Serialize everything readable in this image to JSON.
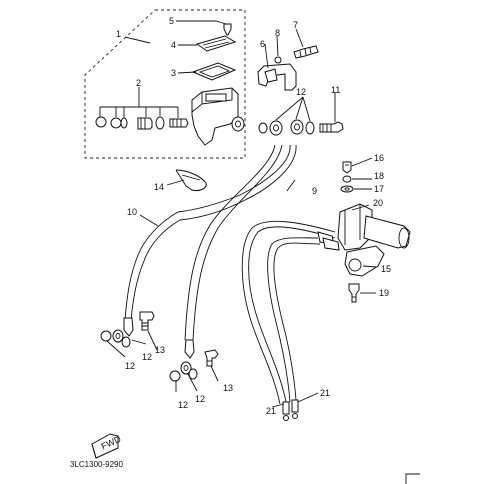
{
  "diagram": {
    "part_code": "3LC1300-9290",
    "arrow_text": "FWD",
    "callouts": [
      {
        "id": "c1",
        "text": "1"
      },
      {
        "id": "c2",
        "text": "2"
      },
      {
        "id": "c3",
        "text": "3"
      },
      {
        "id": "c4",
        "text": "4"
      },
      {
        "id": "c5",
        "text": "5"
      },
      {
        "id": "c6",
        "text": "6"
      },
      {
        "id": "c7",
        "text": "7"
      },
      {
        "id": "c8",
        "text": "8"
      },
      {
        "id": "c9",
        "text": "9"
      },
      {
        "id": "c10",
        "text": "10"
      },
      {
        "id": "c11",
        "text": "11"
      },
      {
        "id": "c12a",
        "text": "12"
      },
      {
        "id": "c12b",
        "text": "12"
      },
      {
        "id": "c12c",
        "text": "12"
      },
      {
        "id": "c12d",
        "text": "12"
      },
      {
        "id": "c13a",
        "text": "13"
      },
      {
        "id": "c13b",
        "text": "13"
      },
      {
        "id": "c14",
        "text": "14"
      },
      {
        "id": "c15",
        "text": "15"
      },
      {
        "id": "c16",
        "text": "16"
      },
      {
        "id": "c17",
        "text": "17"
      },
      {
        "id": "c18",
        "text": "18"
      },
      {
        "id": "c19",
        "text": "19"
      },
      {
        "id": "c20",
        "text": "20"
      },
      {
        "id": "c21a",
        "text": "21"
      },
      {
        "id": "c21b",
        "text": "21"
      },
      {
        "id": "c12e",
        "text": "12"
      }
    ]
  }
}
